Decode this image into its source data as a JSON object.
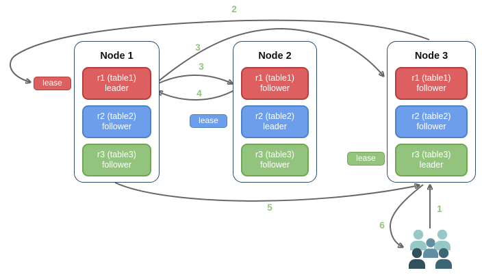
{
  "diagram": {
    "nodes": [
      {
        "title": "Node 1",
        "replicas": [
          {
            "name": "r1 (table1)",
            "role": "leader",
            "color": "red"
          },
          {
            "name": "r2 (table2)",
            "role": "follower",
            "color": "blue"
          },
          {
            "name": "r3 (table3)",
            "role": "follower",
            "color": "green"
          }
        ]
      },
      {
        "title": "Node 2",
        "replicas": [
          {
            "name": "r1 (table1)",
            "role": "follower",
            "color": "red"
          },
          {
            "name": "r2 (table2)",
            "role": "leader",
            "color": "blue"
          },
          {
            "name": "r3 (table3)",
            "role": "follower",
            "color": "green"
          }
        ]
      },
      {
        "title": "Node 3",
        "replicas": [
          {
            "name": "r1 (table1)",
            "role": "follower",
            "color": "red"
          },
          {
            "name": "r2 (table2)",
            "role": "follower",
            "color": "blue"
          },
          {
            "name": "r3 (table3)",
            "role": "leader",
            "color": "green"
          }
        ]
      }
    ],
    "leases": {
      "red": {
        "label": "lease"
      },
      "blue": {
        "label": "lease"
      },
      "green": {
        "label": "lease"
      }
    },
    "steps": {
      "step1": "1",
      "step2": "2",
      "step3": "3",
      "step4": "4",
      "step5": "5",
      "step6": "6"
    },
    "icons": {
      "clients": "user-group-icon"
    },
    "colors": {
      "red_fill": "#de5f5f",
      "red_border": "#b23f3f",
      "blue_fill": "#6d9eeb",
      "blue_border": "#4f81c7",
      "green_fill": "#93c47d",
      "green_border": "#6fa553",
      "node_border": "#2b4a6f",
      "arrow": "#666666",
      "step_label": "#93c47d",
      "users_light": "#97c8c8",
      "users_mid": "#5f8fa0",
      "users_dark": "#31505c",
      "users_dark2": "#3c6674"
    }
  }
}
